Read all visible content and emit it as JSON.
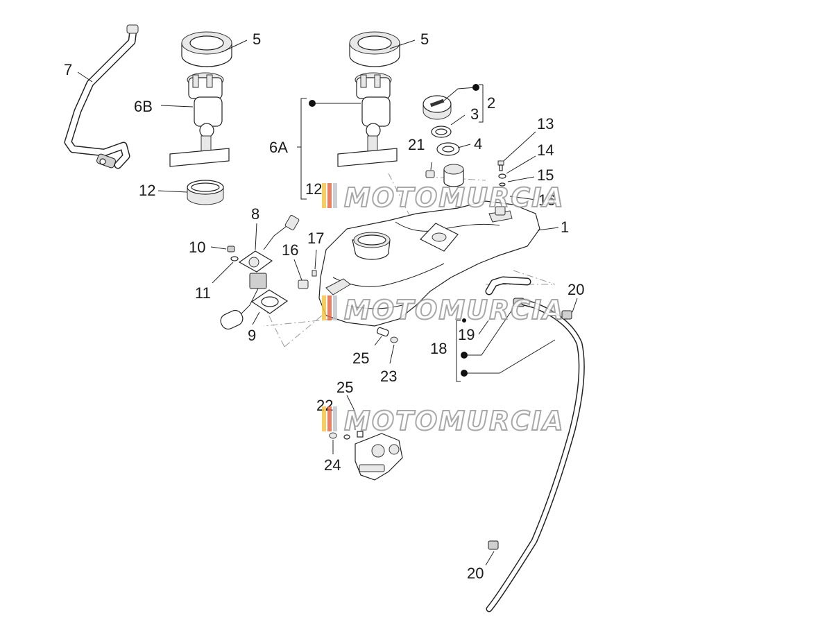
{
  "callouts": {
    "c1": "1",
    "c2": "2",
    "c3": "3",
    "c4": "4",
    "c5a": "5",
    "c5b": "5",
    "c6a": "6A",
    "c6b": "6B",
    "c7": "7",
    "c8": "8",
    "c9": "9",
    "c10": "10",
    "c11": "11",
    "c12a": "12",
    "c12b": "12",
    "c13": "13",
    "c14": "14",
    "c15": "15",
    "c16a": "16",
    "c16b": "16",
    "c17": "17",
    "c18": "18",
    "c19": "19",
    "c20a": "20",
    "c20b": "20",
    "c21": "21",
    "c22": "22",
    "c23": "23",
    "c24": "24",
    "c25a": "25",
    "c25b": "25"
  },
  "watermark": {
    "text": "MOTOMURCIA",
    "stripe_colors": [
      "#f5c542",
      "#e86a4a",
      "#c3c7cc"
    ]
  }
}
